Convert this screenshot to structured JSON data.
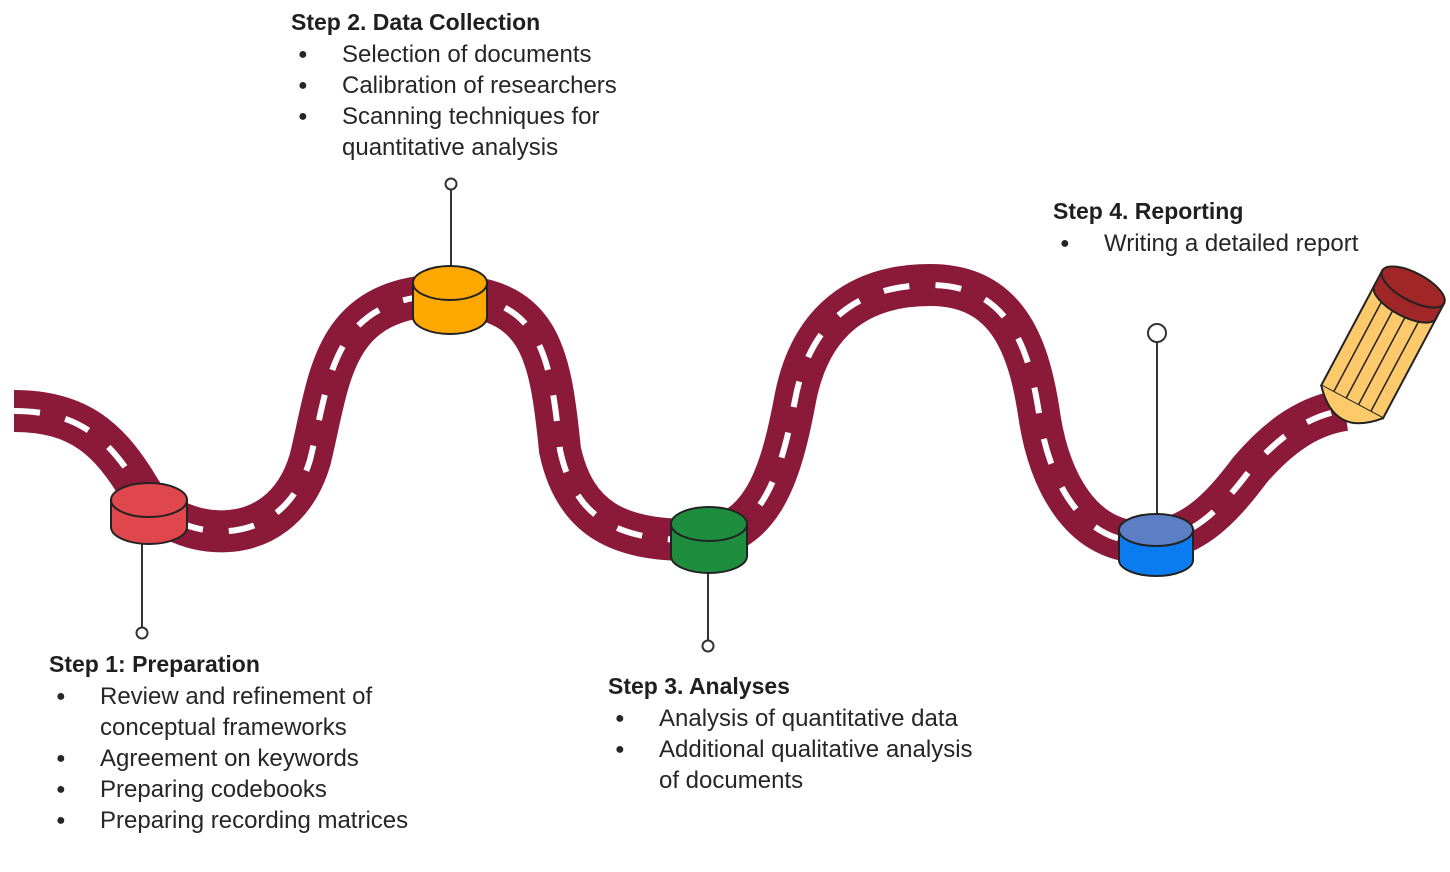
{
  "colors": {
    "road": "#8b1a3a",
    "road_dash": "#ffffff",
    "step1_marker": "#e0474c",
    "step2_marker": "#ffa900",
    "step3_marker": "#1e8e3e",
    "step4_marker": "#5b7ec4",
    "step4_marker_body": "#0b7cf0",
    "pencil_body": "#fcc96b",
    "pencil_eraser": "#a02628",
    "outline": "#222222"
  },
  "steps": [
    {
      "title": "Step 1: Preparation",
      "bullets": [
        "Review and refinement of conceptual frameworks",
        "Agreement on keywords",
        "Preparing codebooks",
        "Preparing recording matrices"
      ]
    },
    {
      "title": "Step 2. Data Collection",
      "bullets": [
        "Selection of documents",
        "Calibration of researchers",
        "Scanning techniques for quantitative analysis"
      ]
    },
    {
      "title": "Step 3. Analyses",
      "bullets": [
        "Analysis of quantitative data",
        "Additional qualitative analysis of documents"
      ]
    },
    {
      "title": "Step 4. Reporting",
      "bullets": [
        "Writing a detailed report"
      ]
    }
  ],
  "bullet_glyph": "●",
  "icons": {
    "road": "winding-road-icon",
    "pencil": "pencil-icon",
    "marker": "cylinder-marker-icon"
  }
}
